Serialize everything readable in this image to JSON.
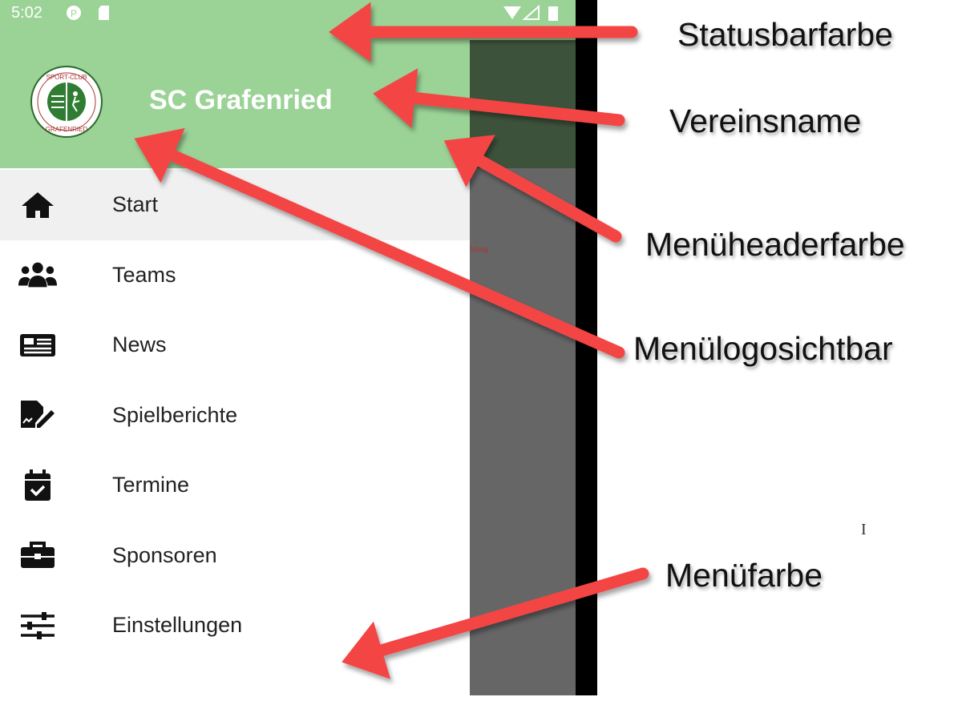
{
  "status_bar": {
    "time": "5:02"
  },
  "header": {
    "club_name": "SC Grafenried",
    "logo_text_top": "SPORT-CLUB",
    "logo_text_bottom": "GRAFENRIED"
  },
  "menu": {
    "items": [
      {
        "label": "Start",
        "icon": "home-icon"
      },
      {
        "label": "Teams",
        "icon": "users-icon"
      },
      {
        "label": "News",
        "icon": "newspaper-icon"
      },
      {
        "label": "Spielberichte",
        "icon": "report-edit-icon"
      },
      {
        "label": "Termine",
        "icon": "calendar-check-icon"
      },
      {
        "label": "Sponsoren",
        "icon": "briefcase-icon"
      },
      {
        "label": "Einstellungen",
        "icon": "sliders-icon"
      }
    ]
  },
  "background_fragment": "ldung",
  "annotations": {
    "statusbar": "Statusbarfarbe",
    "club_name": "Vereinsname",
    "header_color": "Menüheaderfarbe",
    "logo_visible": "Menülogosichtbar",
    "menu_color": "Menüfarbe"
  },
  "colors": {
    "header": "#9bd296",
    "arrow": "#f44545",
    "active_item": "#f0f0f0"
  }
}
